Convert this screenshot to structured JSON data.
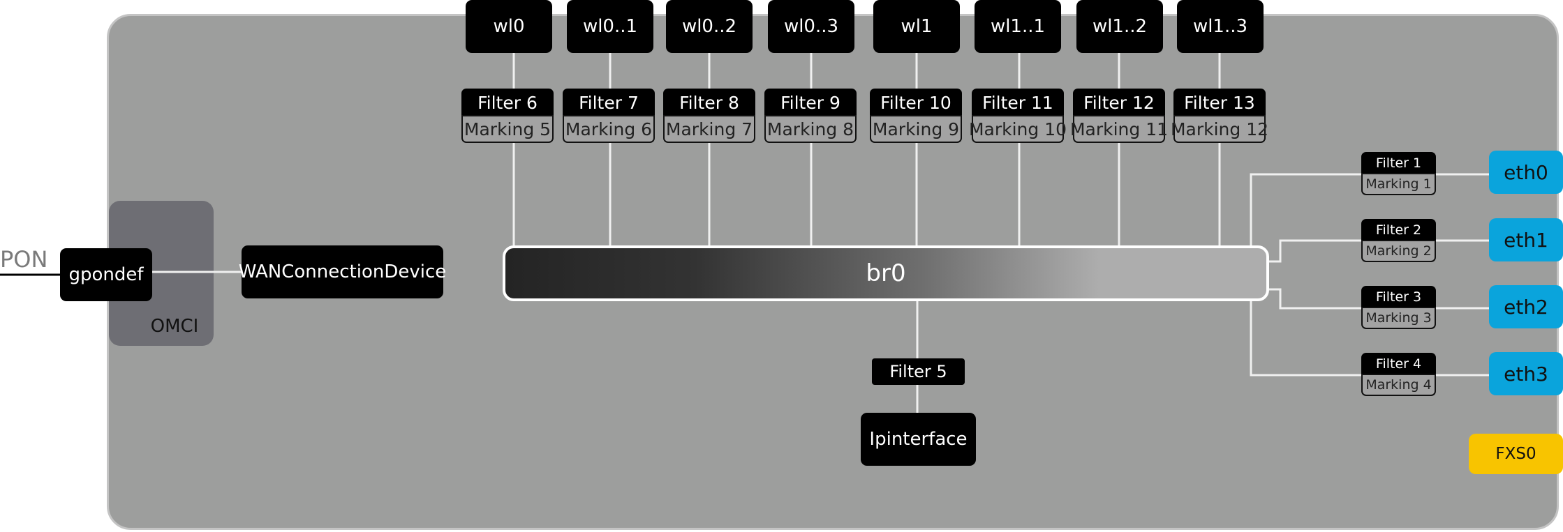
{
  "pon": {
    "label": "PON"
  },
  "omci": {
    "label": "OMCI"
  },
  "gpondef": {
    "label": "gpondef"
  },
  "wan": {
    "label": "WANConnectionDevice"
  },
  "bridge": {
    "label": "br0"
  },
  "wlan": [
    {
      "name": "wl0",
      "filter": "Filter 6",
      "marking": "Marking 5"
    },
    {
      "name": "wl0..1",
      "filter": "Filter 7",
      "marking": "Marking 6"
    },
    {
      "name": "wl0..2",
      "filter": "Filter 8",
      "marking": "Marking 7"
    },
    {
      "name": "wl0..3",
      "filter": "Filter 9",
      "marking": "Marking 8"
    },
    {
      "name": "wl1",
      "filter": "Filter 10",
      "marking": "Marking 9"
    },
    {
      "name": "wl1..1",
      "filter": "Filter 11",
      "marking": "Marking 10"
    },
    {
      "name": "wl1..2",
      "filter": "Filter 12",
      "marking": "Marking 11"
    },
    {
      "name": "wl1..3",
      "filter": "Filter 13",
      "marking": "Marking 12"
    }
  ],
  "lan": [
    {
      "name": "eth0",
      "filter": "Filter 1",
      "marking": "Marking 1"
    },
    {
      "name": "eth1",
      "filter": "Filter 2",
      "marking": "Marking 2"
    },
    {
      "name": "eth2",
      "filter": "Filter 3",
      "marking": "Marking 3"
    },
    {
      "name": "eth3",
      "filter": "Filter 4",
      "marking": "Marking 4"
    }
  ],
  "ip": {
    "filter": "Filter 5",
    "label": "Ipinterface"
  },
  "fxs": {
    "label": "FXS0"
  },
  "colors": {
    "background": "#9d9e9d",
    "node": "#000000",
    "marking": "#a3a3a3",
    "eth": "#0aa4dc",
    "fxs": "#f8c400",
    "omci": "#6e6e74"
  }
}
